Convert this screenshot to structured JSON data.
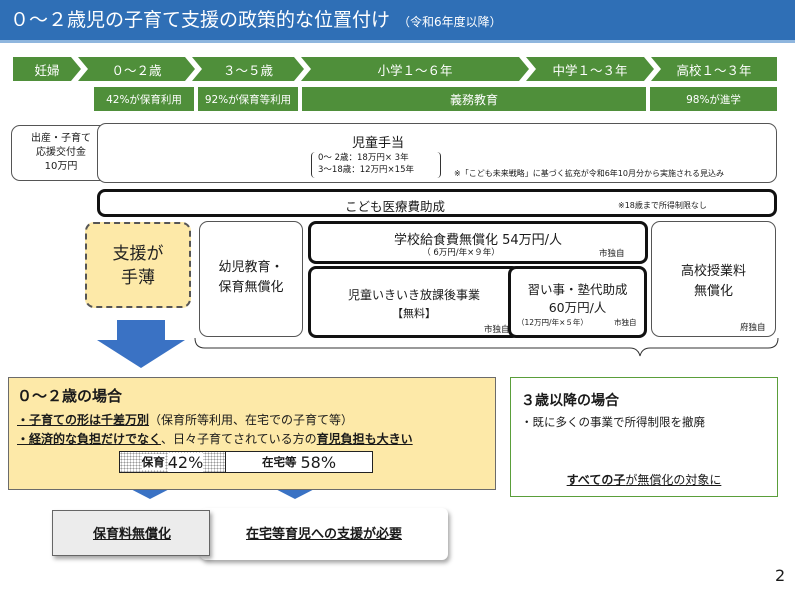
{
  "title": {
    "main": "０～２歳児の子育て支援の政策的な位置付け",
    "sub": "（令和6年度以降）"
  },
  "stages": [
    "妊婦",
    "０～２歳",
    "３～５歳",
    "小学１～６年",
    "中学１～３年",
    "高校１～３年"
  ],
  "bands": {
    "b02": "42%が保育利用",
    "b35": "92%が保育等利用",
    "compulsory": "義務教育",
    "hs": "98%が進学"
  },
  "birth_support": {
    "line1": "出産・子育て",
    "line2": "応援交付金",
    "line3": "10万円"
  },
  "child_allowance": {
    "title": "児童手当",
    "detail1": "0～ 2歳：18万円× 3年",
    "detail2": "3～18歳：12万円×15年",
    "note": "※「こども未来戦略」に基づく拡充が令和6年10月分から実施される見込み"
  },
  "medical": {
    "title": "こども医療費助成",
    "note": "※18歳まで所得制限なし"
  },
  "support_thin": {
    "line1": "支援が",
    "line2": "手薄"
  },
  "preschool": {
    "line1": "幼児教育・",
    "line2": "保育無償化"
  },
  "school_lunch": {
    "title": "学校給食費無償化 54万円/人",
    "sub": "（ 6万円/年×９年）",
    "tag": "市独自"
  },
  "afterschool": {
    "title": "児童いきいき放課後事業",
    "sub": "【無料】",
    "tag": "市独自"
  },
  "lessons": {
    "line1": "習い事・塾代助成",
    "line2": "60万円/人",
    "sub": "（12万円/年×５年）",
    "tag": "市独自"
  },
  "hs_tuition": {
    "line1": "高校授業料",
    "line2": "無償化",
    "tag": "府独自"
  },
  "case02": {
    "title": "０～２歳の場合",
    "bullet1_bold": "・子育ての形は千差万別",
    "bullet1_rest": "（保育所等利用、在宅での子育て等）",
    "bullet2_bold": "・経済的な負担だけでなく",
    "bullet2_mid": "、日々子育てされている方の",
    "bullet2_bold2": "育児負担も大きい",
    "nursery_label": "保育",
    "nursery_pct": "42%",
    "home_label": "在宅等",
    "home_pct": "58%"
  },
  "case3": {
    "title": "３歳以降の場合",
    "bullet": "・既に多くの事業で所得制限を撤廃",
    "result_bold": "すべての子",
    "result_rest": "が無償化の対象に"
  },
  "outcomes": {
    "free_nursery": "保育料無償化",
    "home_support": "在宅等育児への支援が必要"
  },
  "page_number": "2",
  "colors": {
    "title_blue": "#2f6fb6",
    "stage_green": "#4f8f3a",
    "highlight_yellow": "#fde9a8",
    "arrow_blue": "#3a72c4",
    "case3_border": "#5a9e3a"
  }
}
